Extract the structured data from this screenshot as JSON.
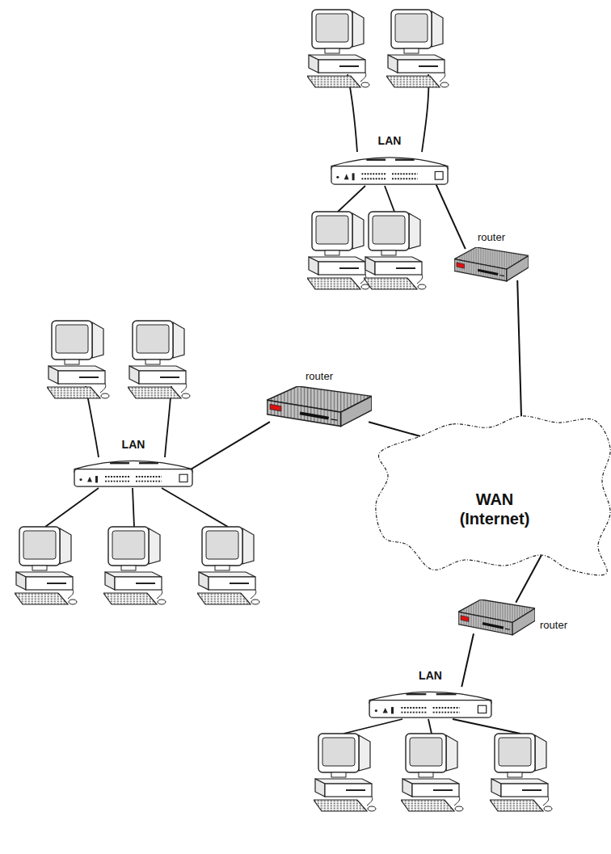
{
  "diagram": {
    "nodes": [
      {
        "text": [
          "LAN"
        ]
      },
      {
        "text": [
          "router"
        ]
      },
      {
        "text": [
          "router"
        ]
      },
      {
        "text": [
          "LAN"
        ]
      },
      {
        "text": [
          "WAN (Internet)"
        ]
      },
      {
        "text": [
          "router"
        ]
      },
      {
        "text": [
          "LAN"
        ]
      }
    ],
    "edges": [
      {
        "from": 0,
        "to": 1,
        "arrow": "none"
      },
      {
        "from": 1,
        "to": 4,
        "arrow": "none"
      },
      {
        "from": 3,
        "to": 2,
        "arrow": "none"
      },
      {
        "from": 2,
        "to": 4,
        "arrow": "none"
      },
      {
        "from": 4,
        "to": 5,
        "arrow": "none"
      },
      {
        "from": 5,
        "to": 6,
        "arrow": "none"
      }
    ]
  }
}
